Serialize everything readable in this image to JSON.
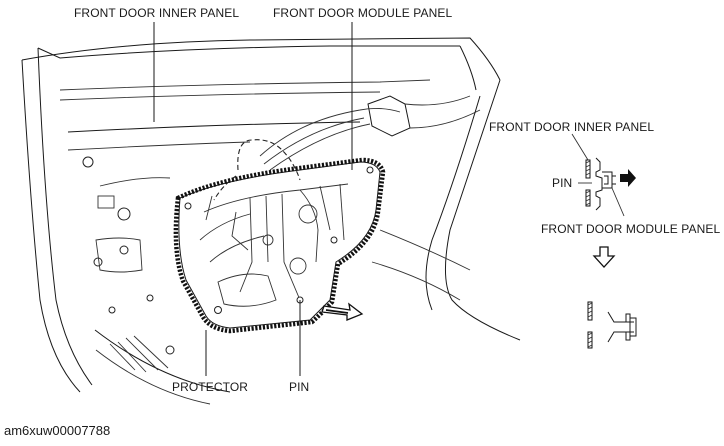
{
  "labels": {
    "front_door_inner_panel": "FRONT DOOR INNER PANEL",
    "front_door_module_panel": "FRONT DOOR MODULE PANEL",
    "detail_front_door_inner_panel": "FRONT DOOR INNER PANEL",
    "detail_pin": "PIN",
    "detail_front_door_module_panel": "FRONT DOOR MODULE PANEL",
    "protector": "PROTECTOR",
    "pin": "PIN"
  },
  "figure_code": "am6xuw00007788",
  "colors": {
    "line": "#1a1a1a",
    "background": "#ffffff"
  },
  "icons": {
    "arrow_right": "arrow-right-icon",
    "arrow_down": "arrow-down-icon",
    "removal_arrow": "removal-arrow-icon"
  }
}
